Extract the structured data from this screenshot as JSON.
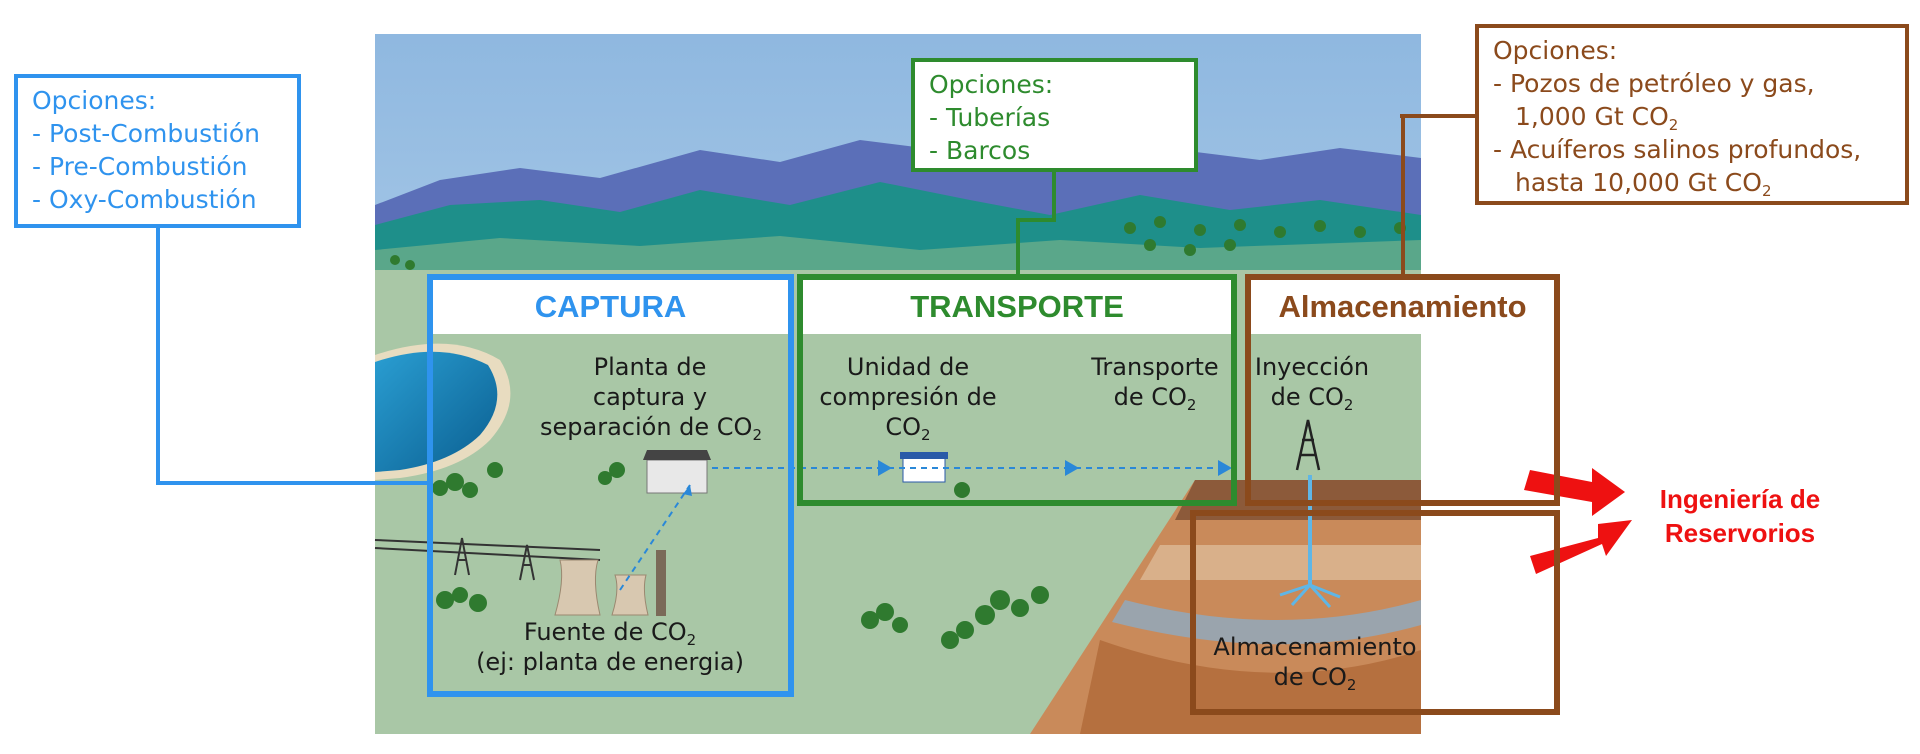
{
  "options_capture": {
    "heading": "Opciones:",
    "items": [
      "- Post-Combustión",
      "- Pre-Combustión",
      "- Oxy-Combustión"
    ]
  },
  "options_transport": {
    "heading": "Opciones:",
    "items": [
      "- Tuberías",
      "- Barcos"
    ]
  },
  "options_storage": {
    "heading": "Opciones:",
    "item1_line1": "- Pozos de petróleo y gas,",
    "item1_line2": "1,000 Gt CO",
    "item2_line1": "- Acuíferos salinos profundos,",
    "item2_line2": "hasta 10,000 Gt CO",
    "sub": "2"
  },
  "stages": {
    "capture": "CAPTURA",
    "transport": "TRANSPORTE",
    "storage": "Almacenamiento"
  },
  "labels": {
    "capture_plant": [
      "Planta de",
      "captura y",
      "separación de CO"
    ],
    "co2_source": [
      "Fuente de CO",
      "(ej: planta de energia)"
    ],
    "compression_unit": [
      "Unidad de",
      "compresión  de",
      "CO"
    ],
    "transport_co2": [
      "Transporte",
      "de CO"
    ],
    "injection": [
      "Inyección",
      "de CO"
    ],
    "storage_co2": [
      "Almacenamiento",
      "de CO"
    ],
    "sub": "2"
  },
  "reservoir_engineering": [
    "Ingeniería de",
    "Reservorios"
  ],
  "colors": {
    "capture": "#2f93ee",
    "transport": "#2e8b2e",
    "storage": "#8b4a1c",
    "highlight": "#ee1111"
  }
}
